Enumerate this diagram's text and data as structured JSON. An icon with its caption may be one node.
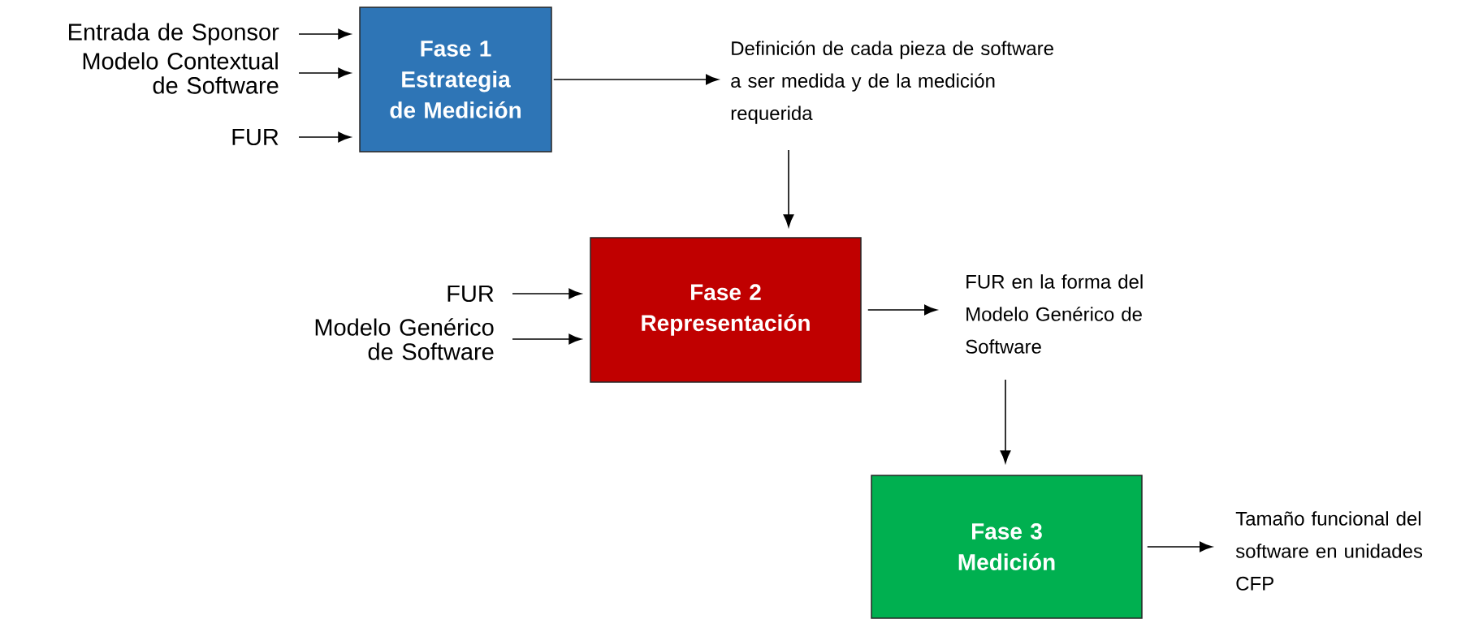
{
  "diagram": {
    "nodes": [
      {
        "text": [
          "Entrada de Sponsor"
        ]
      },
      {
        "text": [
          "Modelo Contextual de Software"
        ]
      },
      {
        "text": [
          "FUR"
        ]
      },
      {
        "text": [
          "Fase 1",
          "Estrategia de Medición"
        ]
      },
      {
        "text": [
          "Definición de cada pieza de software a ser medida y de la medición requerida"
        ]
      },
      {
        "text": [
          "FUR"
        ]
      },
      {
        "text": [
          "Modelo Genérico de Software"
        ]
      },
      {
        "text": [
          "Fase 2",
          "Representación"
        ]
      },
      {
        "text": [
          "FUR en la forma del Modelo Genérico de Software"
        ]
      },
      {
        "text": [
          "Fase 3",
          "Medición"
        ]
      },
      {
        "text": [
          "Tamaño funcional del software en unidades CFP"
        ]
      }
    ],
    "edges": [
      {
        "from": 0,
        "to": 3,
        "arrow": "to"
      },
      {
        "from": 1,
        "to": 3,
        "arrow": "to"
      },
      {
        "from": 2,
        "to": 3,
        "arrow": "to"
      },
      {
        "from": 3,
        "to": 4,
        "arrow": "to"
      },
      {
        "from": 4,
        "to": 7,
        "arrow": "to"
      },
      {
        "from": 5,
        "to": 7,
        "arrow": "to"
      },
      {
        "from": 6,
        "to": 7,
        "arrow": "to"
      },
      {
        "from": 7,
        "to": 8,
        "arrow": "to"
      },
      {
        "from": 8,
        "to": 9,
        "arrow": "to"
      },
      {
        "from": 9,
        "to": 10,
        "arrow": "to"
      }
    ]
  }
}
